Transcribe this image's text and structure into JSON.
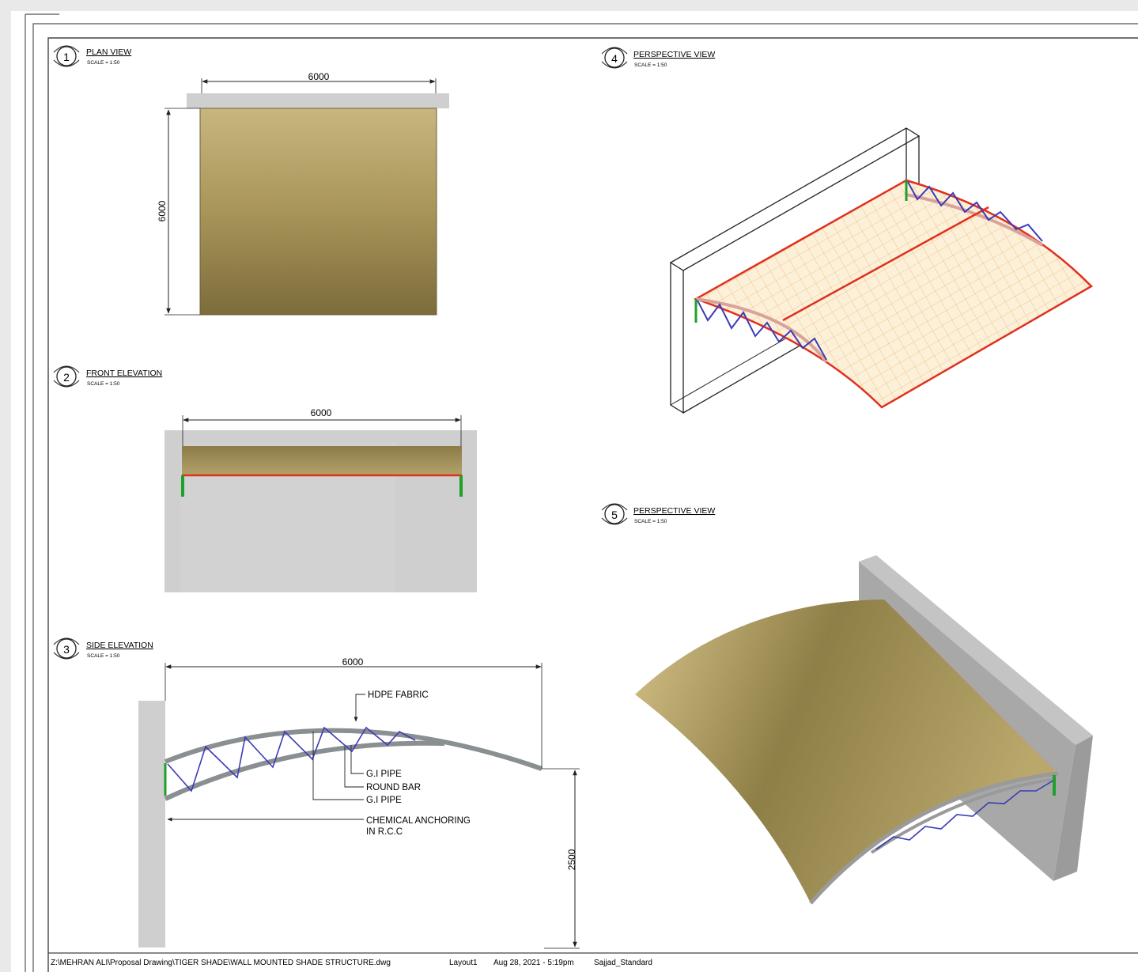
{
  "views": [
    {
      "number": "1",
      "title": "PLAN VIEW",
      "scale": "SCALE = 1:50"
    },
    {
      "number": "2",
      "title": "FRONT ELEVATION",
      "scale": "SCALE = 1:50"
    },
    {
      "number": "3",
      "title": "SIDE ELEVATION",
      "scale": "SCALE = 1:50"
    },
    {
      "number": "4",
      "title": "PERSPECTIVE  VIEW",
      "scale": "SCALE = 1:50"
    },
    {
      "number": "5",
      "title": "PERSPECTIVE  VIEW",
      "scale": "SCALE = 1:50"
    }
  ],
  "dimensions": {
    "plan_width": "6000",
    "plan_depth": "6000",
    "front_width": "6000",
    "side_width": "6000",
    "side_height": "2500"
  },
  "callouts": {
    "fabric": "HDPE  FABRIC",
    "pipe_top": "G.I  PIPE",
    "round_bar": "ROUND  BAR",
    "pipe_bottom": "G.I  PIPE",
    "anchoring_1": "CHEMICAL  ANCHORING",
    "anchoring_2": "IN  R.C.C"
  },
  "footer": {
    "path": "Z:\\MEHRAN ALI\\Proposal Drawing\\TIGER SHADE\\WALL MOUNTED SHADE STRUCTURE.dwg",
    "layout": "Layout1",
    "date": "Aug 28, 2021 - 5:19pm",
    "style": "Sajjad_Standard"
  },
  "colors": {
    "fabric_light": "#c5b27c",
    "fabric_dark": "#7d6e3e",
    "pipe": "#8a8f92",
    "truss": "#3b3bb8",
    "edge_red": "#e0301e",
    "anchor_green": "#1fa02a",
    "wall": "#cfcfcf"
  }
}
